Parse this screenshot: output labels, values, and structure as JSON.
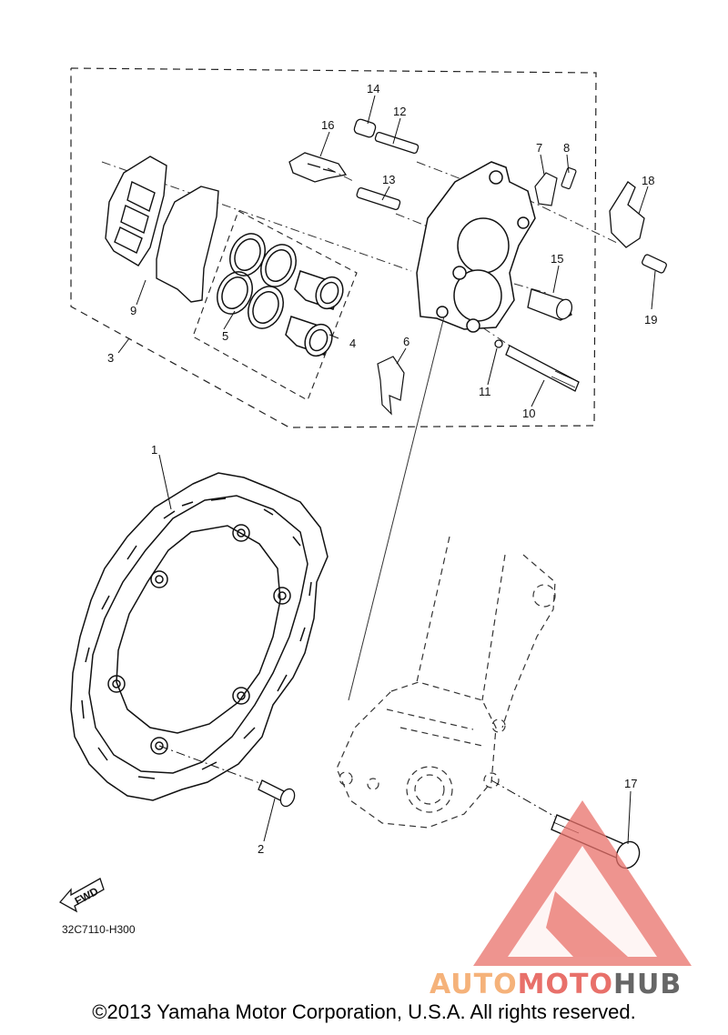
{
  "diagram_code": "32C7110-H300",
  "fwd_label": "FWD",
  "copyright": "©2013 Yamaha Motor Corporation, U.S.A. All rights reserved.",
  "watermark": {
    "part1": "AUTO",
    "part2": "MOTO",
    "part3": "HUB",
    "color_orange": "#f5b27a",
    "color_red": "#e8706a",
    "color_gray": "#666666"
  },
  "callouts": {
    "c1": "1",
    "c2": "2",
    "c3": "3",
    "c4": "4",
    "c5": "5",
    "c6": "6",
    "c7": "7",
    "c8": "8",
    "c9": "9",
    "c10": "10",
    "c11": "11",
    "c12": "12",
    "c13": "13",
    "c14": "14",
    "c15": "15",
    "c16": "16",
    "c17": "17",
    "c18": "18",
    "c19": "19"
  }
}
